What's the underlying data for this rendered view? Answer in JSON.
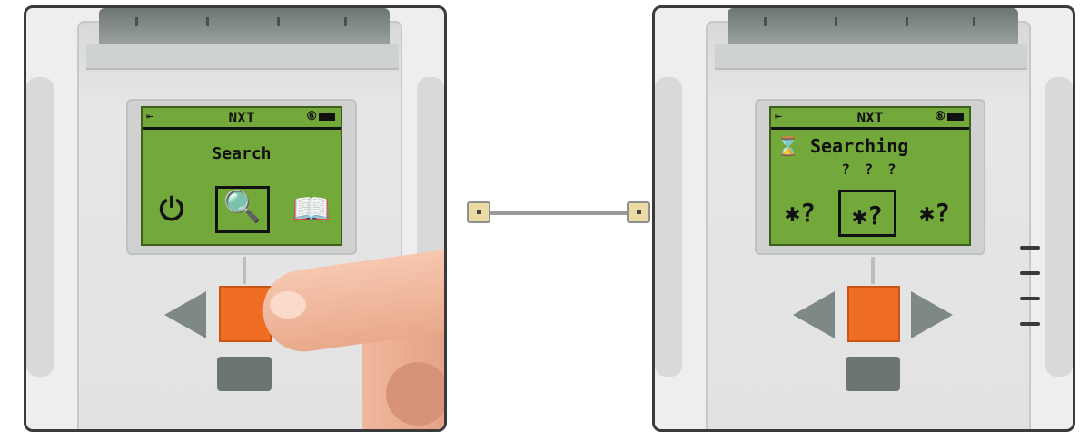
{
  "left_panel": {
    "status_left": "⇤",
    "status_title": "NXT",
    "status_right": "⑥",
    "menu_label": "Search",
    "icons": [
      {
        "name": "power-icon",
        "glyph": "⏻",
        "selected": false
      },
      {
        "name": "search-icon",
        "glyph": "🔍",
        "selected": true
      },
      {
        "name": "book-icon",
        "glyph": "📖",
        "selected": false
      }
    ]
  },
  "right_panel": {
    "status_left": "⇤",
    "status_title": "NXT",
    "status_right": "⑥",
    "search_title": "⌛ Searching",
    "search_dots": "? ? ?",
    "devices": [
      {
        "label": "✱?",
        "selected": false
      },
      {
        "label": "✱?",
        "selected": true
      },
      {
        "label": "✱?",
        "selected": false
      }
    ]
  },
  "colors": {
    "screen": "#73a83a",
    "orange_button": "#ef6c23",
    "brick": "#e2e2e2"
  }
}
